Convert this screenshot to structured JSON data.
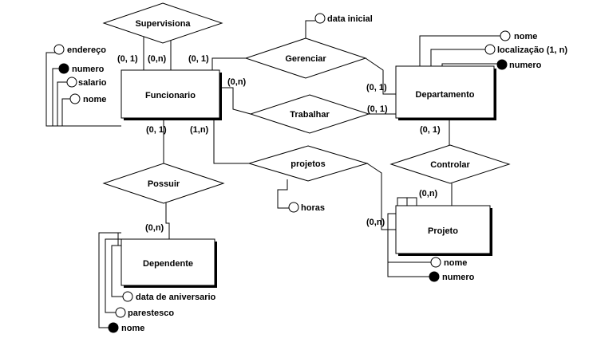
{
  "entities": {
    "funcionario": "Funcionario",
    "departamento": "Departamento",
    "projeto": "Projeto",
    "dependente": "Dependente"
  },
  "relationships": {
    "supervisiona": "Supervisiona",
    "gerenciar": "Gerenciar",
    "trabalhar": "Trabalhar",
    "projetos": "projetos",
    "possuir": "Possuir",
    "controlar": "Controlar"
  },
  "attributes": {
    "funcionario": [
      {
        "label": "endereço",
        "key": false
      },
      {
        "label": "numero",
        "key": true
      },
      {
        "label": "salario",
        "key": false
      },
      {
        "label": "nome",
        "key": false
      }
    ],
    "departamento": [
      {
        "label": "nome",
        "key": false
      },
      {
        "label": "localização (1, n)",
        "key": false
      },
      {
        "label": "numero",
        "key": true
      }
    ],
    "projeto": [
      {
        "label": "nome",
        "key": false
      },
      {
        "label": "numero",
        "key": true
      }
    ],
    "dependente": [
      {
        "label": "data de aniversario",
        "key": false
      },
      {
        "label": "parestesco",
        "key": false
      },
      {
        "label": "nome",
        "key": true
      }
    ],
    "gerenciar": {
      "label": "data inicial",
      "key": false
    },
    "projetos": {
      "label": "horas",
      "key": false
    }
  },
  "cardinalities": {
    "supervisiona_left": "(0, 1)",
    "supervisiona_right": "(0,n)",
    "gerenciar_func": "(0, 1)",
    "gerenciar_dep": "(0, 1)",
    "trabalhar_func": "(0,n)",
    "trabalhar_dep": "(0, 1)",
    "possuir_func": "(0, 1)",
    "projetos_func": "(1,n)",
    "controlar_dep": "(0, 1)",
    "controlar_proj": "(0,n)",
    "projetos_proj": "(0,n)",
    "possuir_dep": "(0,n)"
  },
  "colors": {
    "line": "#000000",
    "fill": "#ffffff",
    "key_attribute": "#000000"
  }
}
